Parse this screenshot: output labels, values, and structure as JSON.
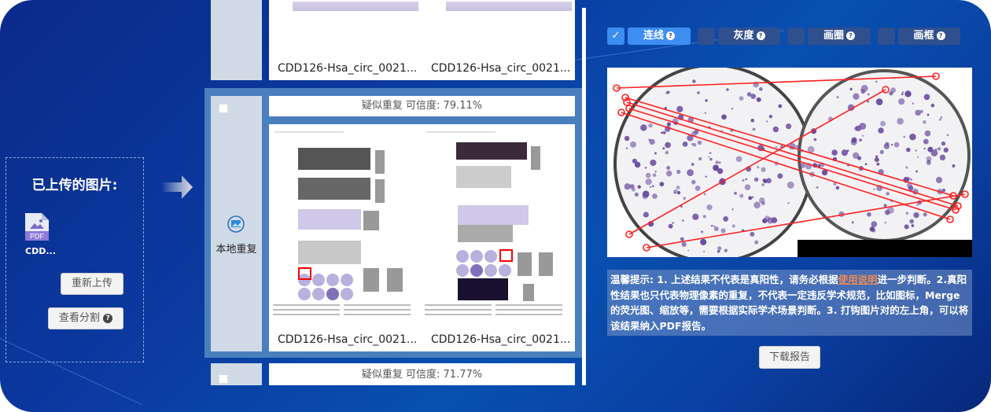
{
  "upload": {
    "title": "已上传的图片:",
    "file_name": "CDD...",
    "file_type": "PDF",
    "reupload_label": "重新上传",
    "view_split_label": "查看分割"
  },
  "results": [
    {
      "captions": [
        "CDD126-Hsa_circ_0021...",
        "CDD126-Hsa_circ_0021..."
      ]
    },
    {
      "label": "疑似重复 可信度: 79.11%",
      "type_label": "本地重复",
      "captions": [
        "CDD126-Hsa_circ_0021...",
        "CDD126-Hsa_circ_0021..."
      ],
      "checked": false
    },
    {
      "label": "疑似重复 可信度: 71.77%",
      "checked": false
    }
  ],
  "tools": [
    {
      "label": "连线",
      "checked": true
    },
    {
      "label": "灰度",
      "checked": false
    },
    {
      "label": "画圈",
      "checked": false
    },
    {
      "label": "画框",
      "checked": false
    }
  ],
  "tip": {
    "prefix": "温馨提示: 1. 上述结果不代表是真阳性，请务必根据",
    "link": "使用说明",
    "suffix": "进一步判断。2.真阳性结果也只代表物理像素的重复，不代表一定违反学术规范，比如图标，Merge的荧光图、缩放等，需要根据实际学术场景判断。3. 打钩图片对的左上角，可以将该结果纳入PDF报告。"
  },
  "download_label": "下载报告",
  "colors": {
    "accent": "#3d8ef0",
    "tool_bg": "#2f4f8f",
    "link": "#f08a50",
    "match_line": "#ff2020"
  }
}
